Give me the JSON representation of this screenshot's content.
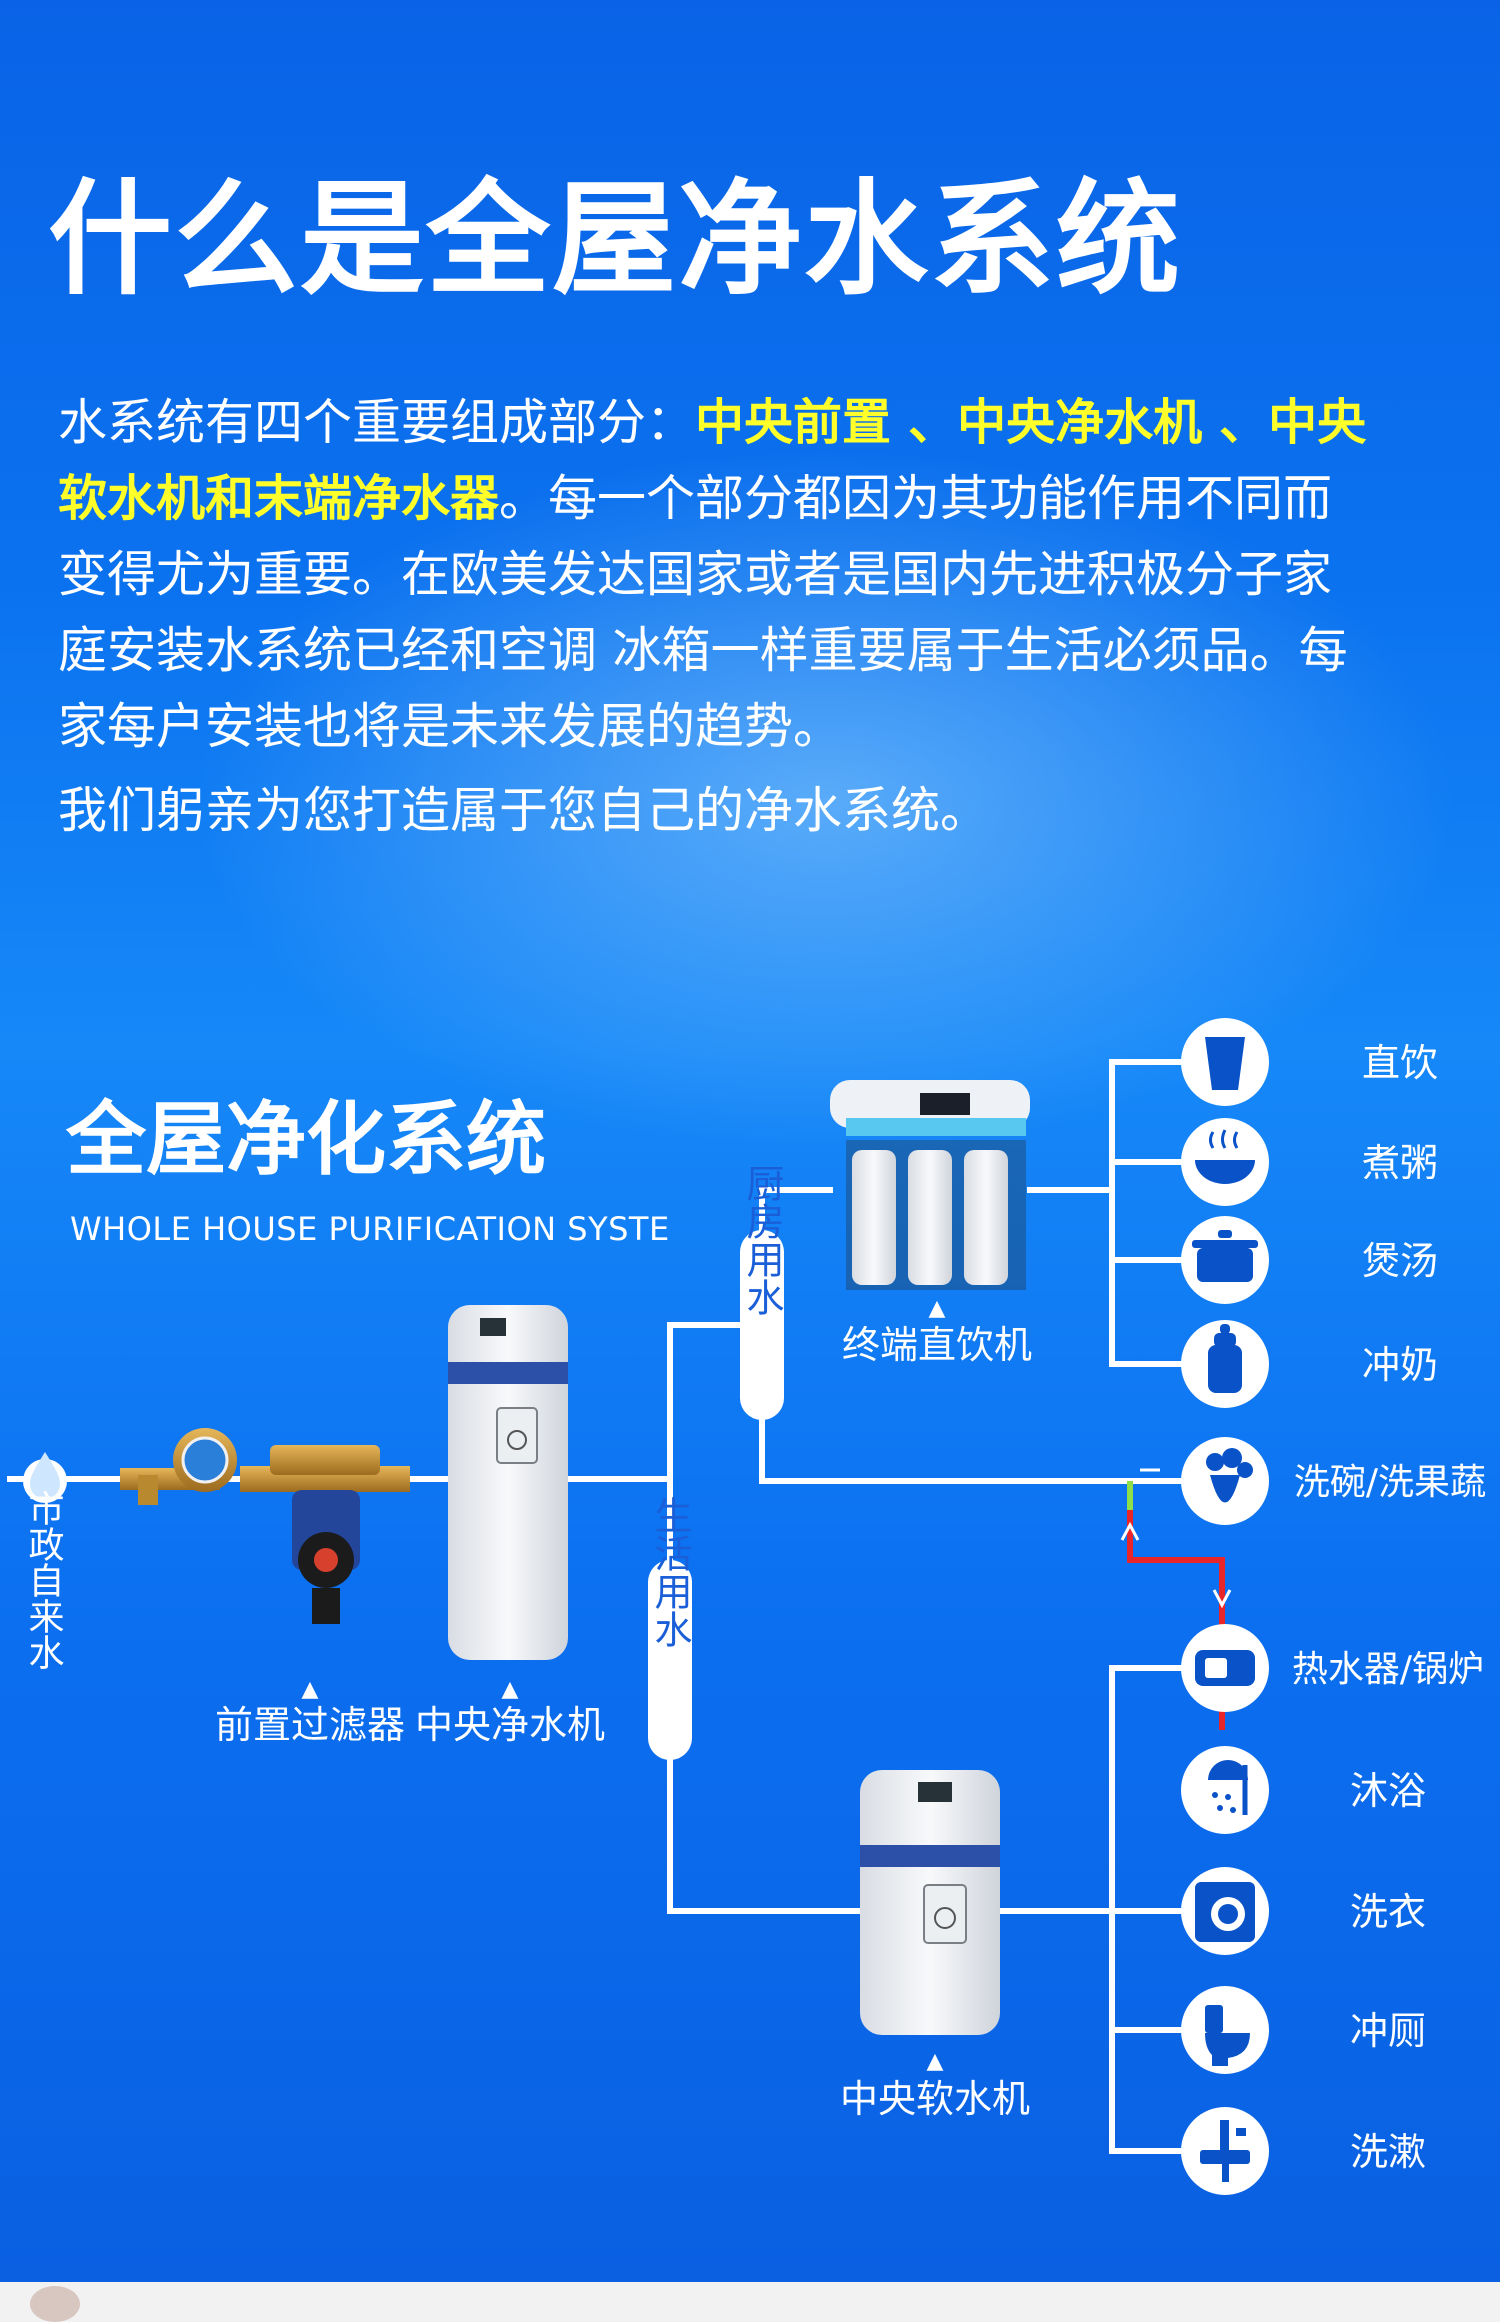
{
  "header": {
    "title": "什么是全屋净水系统"
  },
  "intro": {
    "part1": "水系统有四个重要组成部分：",
    "highlight1": "中央前置 、中央净水机 、",
    "highlight2": "中央软水机和末端净水器",
    "part2": "。每一个部分都因为其功能作用不同而变得尤为重要。在欧美发达国家或者是国内先进积极分子家庭安装水系统已经和空调 冰箱一样重要属于生活必须品。每家每户安装也将是未来发展的趋势。",
    "closing": "我们躬亲为您打造属于您自己的净水系统。"
  },
  "diagram": {
    "title": "全屋净化系统",
    "subtitle": "WHOLE HOUSE PURIFICATION SYSTE",
    "source_label": "市政自来水",
    "prefilter_label": "前置过滤器",
    "purifier_label": "中央净水机",
    "softener_label": "中央软水机",
    "terminal_label": "终端直饮机",
    "kitchen_label": "厨房用水",
    "living_label": "生活用水",
    "arrow": "▲",
    "kitchen_uses": [
      "直饮",
      "煮粥",
      "煲汤",
      "冲奶"
    ],
    "wash_use": "洗碗/洗果蔬",
    "heater_use": "热水器/锅炉",
    "living_uses": [
      "沐浴",
      "洗衣",
      "冲厕",
      "洗漱"
    ]
  },
  "colors": {
    "background": "#0b6ff0",
    "highlight": "#ffff2a",
    "pipe": "#ffffff",
    "hot_pipe": "#e8262a",
    "cold_pipe": "#8ee04a",
    "icon_fill": "#0a52c8"
  }
}
